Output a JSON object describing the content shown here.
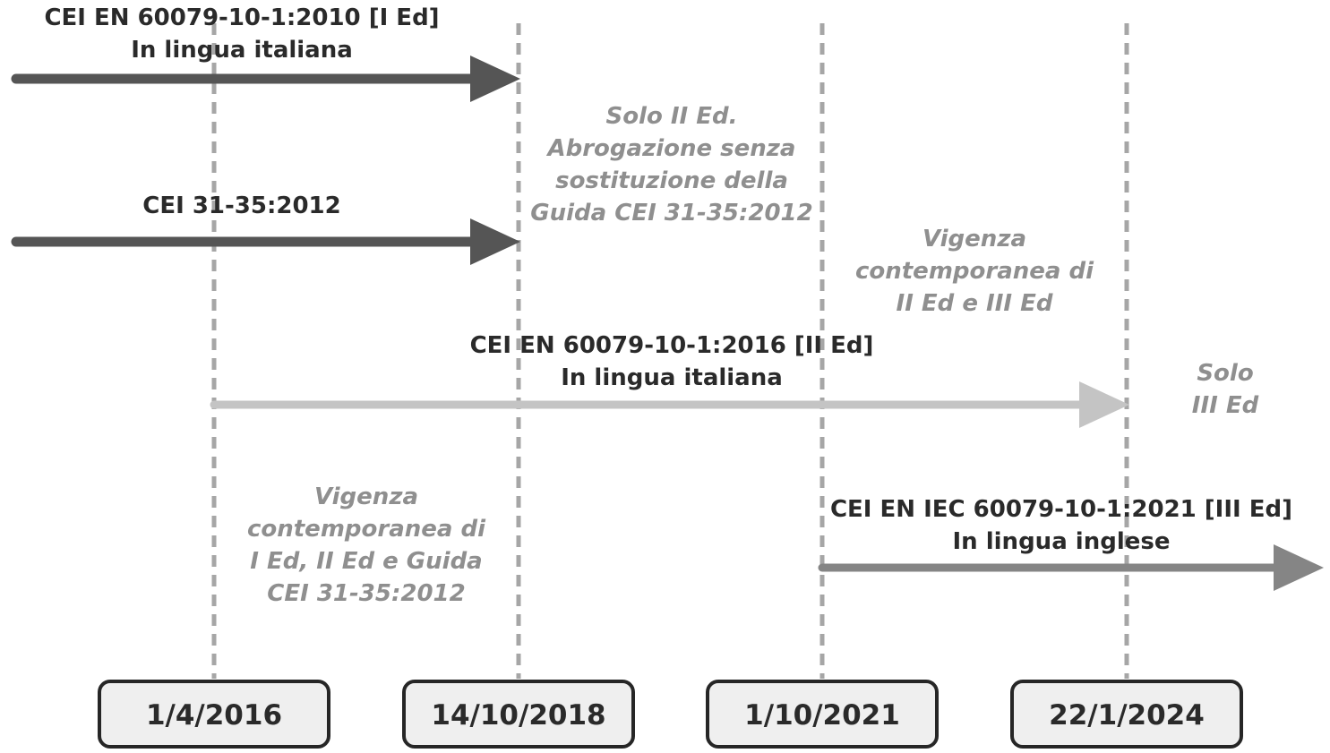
{
  "dates": [
    "1/4/2016",
    "14/10/2018",
    "1/10/2021",
    "22/1/2024"
  ],
  "standards": [
    {
      "line1": "CEI EN 60079-10-1:2010 [I Ed]",
      "line2": "In lingua italiana",
      "color": "#555555"
    },
    {
      "line1": "CEI 31-35:2012",
      "color": "#555555"
    },
    {
      "line1": "CEI EN 60079-10-1:2016 [II Ed]",
      "line2": "In lingua italiana",
      "color": "#c4c4c4"
    },
    {
      "line1": "CEI EN IEC 60079-10-1:2021 [III Ed]",
      "line2": "In lingua inglese",
      "color": "#858585"
    }
  ],
  "notes": {
    "solo_ii": [
      "Solo II Ed.",
      "Abrogazione senza",
      "sostituzione della",
      "Guida CEI 31-35:2012"
    ],
    "vigenza_ii_iii": [
      "Vigenza",
      "contemporanea di",
      "II Ed e III Ed"
    ],
    "solo_iii": [
      "Solo",
      "III Ed"
    ],
    "vigenza_i_ii": [
      "Vigenza",
      "contemporanea di",
      "I Ed, II Ed e Guida",
      "CEI 31-35:2012"
    ]
  },
  "colors": {
    "dark_arrow": "#555555",
    "light_arrow": "#c4c4c4",
    "mid_arrow": "#858585",
    "guide_line": "#a6a6a6",
    "note_text": "#8f8f8f",
    "box_fill": "#efefef",
    "box_border": "#262626"
  }
}
